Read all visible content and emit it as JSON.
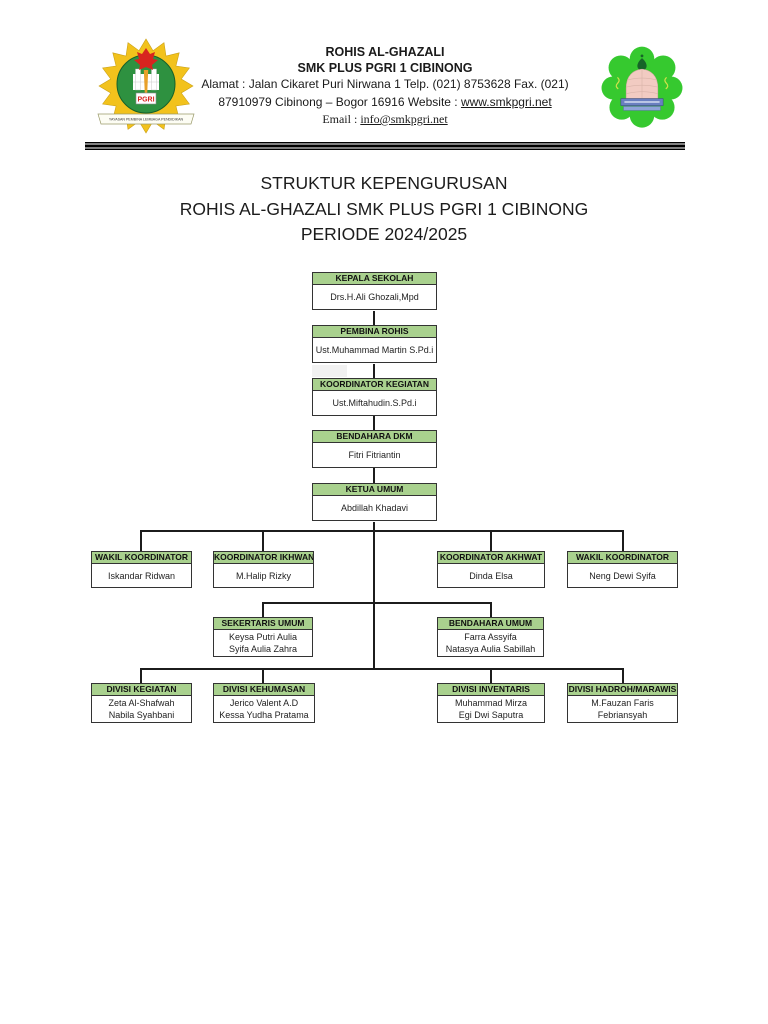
{
  "letterhead": {
    "org_name": "ROHIS AL-GHAZALI",
    "school_name": "SMK PLUS PGRI 1 CIBINONG",
    "address_line1": "Alamat : Jalan Cikaret Puri Nirwana 1 Telp. (021) 8753628 Fax. (021)",
    "address_line2": "87910979 Cibinong – Bogor 16916  Website :",
    "website": "www.smkpgri.net",
    "email_label": "Email :",
    "email": "info@smkpgri.net",
    "left_logo": {
      "icon": "pgri-yayasan-logo",
      "monogram": "PGRI",
      "ribbon": "YAYASAN PEMBINA LEMBAGA PENDIDIKAN"
    },
    "right_logo": {
      "icon": "rohis-al-ghazali-logo"
    }
  },
  "title": {
    "line1": "STRUKTUR KEPENGURUSAN",
    "line2": "ROHIS AL-GHAZALI SMK PLUS PGRI 1 CIBINONG",
    "line3": "PERIODE 2024/2025"
  },
  "org_chart": {
    "kepala_sekolah": {
      "title": "KEPALA SEKOLAH",
      "members": [
        "Drs.H.Ali Ghozali,Mpd"
      ]
    },
    "pembina_rohis": {
      "title": "PEMBINA ROHIS",
      "members": [
        "Ust.Muhammad Martin S.Pd.i"
      ]
    },
    "koordinator_kegiatan": {
      "title": "KOORDINATOR KEGIATAN",
      "members": [
        "Ust.Miftahudin.S.Pd.i"
      ]
    },
    "bendahara_dkm": {
      "title": "BENDAHARA DKM",
      "members": [
        "Fitri Fitriantin"
      ]
    },
    "ketua_umum": {
      "title": "KETUA UMUM",
      "members": [
        "Abdillah Khadavi"
      ]
    },
    "wakil_koordinator_kiri": {
      "title": "WAKIL KOORDINATOR",
      "members": [
        "Iskandar Ridwan"
      ]
    },
    "koordinator_ikhwan": {
      "title": "KOORDINATOR IKHWAN",
      "members": [
        "M.Halip Rizky"
      ]
    },
    "koordinator_akhwat": {
      "title": "KOORDINATOR AKHWAT",
      "members": [
        "Dinda Elsa"
      ]
    },
    "wakil_koordinator_kanan": {
      "title": "WAKIL KOORDINATOR",
      "members": [
        "Neng Dewi Syifa"
      ]
    },
    "sekertaris_umum": {
      "title": "SEKERTARIS UMUM",
      "members": [
        "Keysa Putri Aulia",
        "Syifa Aulia Zahra"
      ]
    },
    "bendahara_umum": {
      "title": "BENDAHARA UMUM",
      "members": [
        "Farra Assyifa",
        "Natasya Aulia Sabillah"
      ]
    },
    "divisi_kegiatan": {
      "title": "DIVISI KEGIATAN",
      "members": [
        "Zeta Al-Shafwah",
        "Nabila Syahbani"
      ]
    },
    "divisi_kehumasan": {
      "title": "DIVISI KEHUMASAN",
      "members": [
        "Jerico Valent A.D",
        "Kessa Yudha Pratama"
      ]
    },
    "divisi_inventaris": {
      "title": "DIVISI INVENTARIS",
      "members": [
        "Muhammad Mirza",
        "Egi Dwi Saputra"
      ]
    },
    "divisi_hadroh_marawis": {
      "title": "DIVISI HADROH/MARAWIS",
      "members": [
        "M.Fauzan Faris",
        "Febriansyah"
      ]
    }
  },
  "colors": {
    "box_header_fill": "#a9d18e",
    "box_border": "#333333",
    "connector_line": "#1c1c1c",
    "pgri_yellow": "#f2c21c",
    "pgri_green": "#2e9140",
    "flame_red": "#d8241f",
    "rohis_green": "#36c92f",
    "dome_pink": "#f2cbc2",
    "banner_blue": "#6a7fc1"
  }
}
